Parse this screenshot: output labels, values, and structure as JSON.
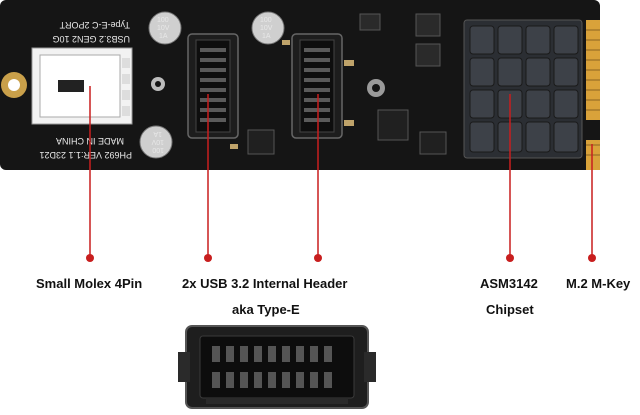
{
  "board": {
    "silkscreen": {
      "usb": "USB3.2 GEN2 10G",
      "port": "Type-E-C 2PORT",
      "model": "PH692 VER:1.1 23D21",
      "origin": "MADE IN CHINA",
      "cap_top": [
        "100",
        "10V",
        "1A"
      ],
      "cap_mid": [
        "100",
        "10V",
        "1A"
      ],
      "cap_bottom": [
        "100",
        "10V",
        "1A"
      ]
    }
  },
  "callouts": {
    "molex": "Small Molex 4Pin",
    "usb_header_1": "2x USB 3.2 Internal Header",
    "usb_header_2": "aka Type-E",
    "chipset_1": "ASM3142",
    "chipset_2": "Chipset",
    "mkey": "M.2 M-Key"
  },
  "colors": {
    "pcb": "#141414",
    "callout_line": "#c81e1e",
    "gold": "#d9a23a",
    "heatsink": "#2b2e33"
  }
}
